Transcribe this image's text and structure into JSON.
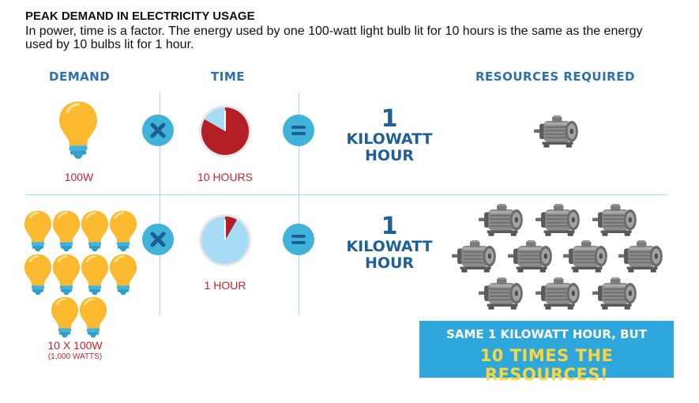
{
  "header": {
    "title": "PEAK DEMAND IN ELECTRICITY USAGE",
    "subtitle": "In power, time is a factor. The energy used by one 100-watt light bulb lit for 10 hours is the same as the energy used by 10 bulbs lit for 1 hour."
  },
  "columns": {
    "demand": "DEMAND",
    "time": "TIME",
    "resources": "RESOURCES REQUIRED"
  },
  "row1": {
    "demand_label": "100W",
    "time_label": "10 HOURS",
    "result_number": "1",
    "result_line1": "KILOWATT",
    "result_line2": "HOUR",
    "bulb_count": 1,
    "motor_count": 1,
    "clock_elapsed_hours": 10
  },
  "row2": {
    "demand_label": "10 X 100W",
    "demand_sublabel": "(1,000 WATTS)",
    "time_label": "1 HOUR",
    "result_number": "1",
    "result_line1": "KILOWATT",
    "result_line2": "HOUR",
    "bulb_count": 10,
    "motor_count": 10,
    "clock_elapsed_hours": 1
  },
  "operators": {
    "multiply": "X",
    "equals": "="
  },
  "banner": {
    "line1": "SAME 1 KILOWATT HOUR, BUT",
    "line2": "10 TIMES THE RESOURCES!"
  },
  "colors": {
    "heading_blue": "#2c6fae",
    "label_red": "#c4232b",
    "bulb_yellow": "#fbb930",
    "bulb_base": "#3fb3d9",
    "clock_red": "#b41f26",
    "clock_blue": "#a6dcf5",
    "operator_blue": "#3fb3d9",
    "banner_blue": "#2ea8dc",
    "banner_yellow": "#ffd63a"
  },
  "icons": {
    "bulb": "light-bulb-icon",
    "clock": "clock-icon",
    "motor": "electric-motor-icon",
    "multiply": "multiply-icon",
    "equals": "equals-icon"
  }
}
